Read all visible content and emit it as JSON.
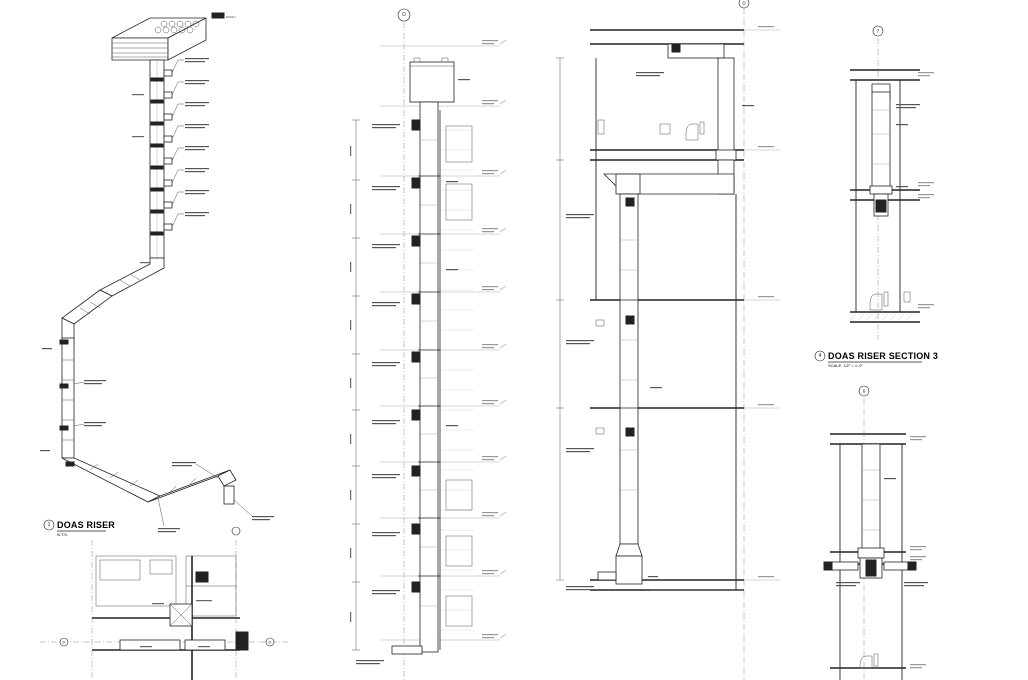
{
  "titles": {
    "view1": {
      "number": "1",
      "name": "DOAS  RISER",
      "scale": "N.T.S."
    },
    "view4": {
      "number": "4",
      "name": "DOAS  RISER SECTION 3",
      "scale": "SCALE: 1/2\" = 1'-0\""
    }
  },
  "grid_bubbles": {
    "d_top_center": "D",
    "d_top_right": "D",
    "seven": "7",
    "six": "6",
    "d_plan_left": "D",
    "d_plan_right": "D"
  },
  "equipment": {
    "doas_tag": "DOAS-1"
  }
}
